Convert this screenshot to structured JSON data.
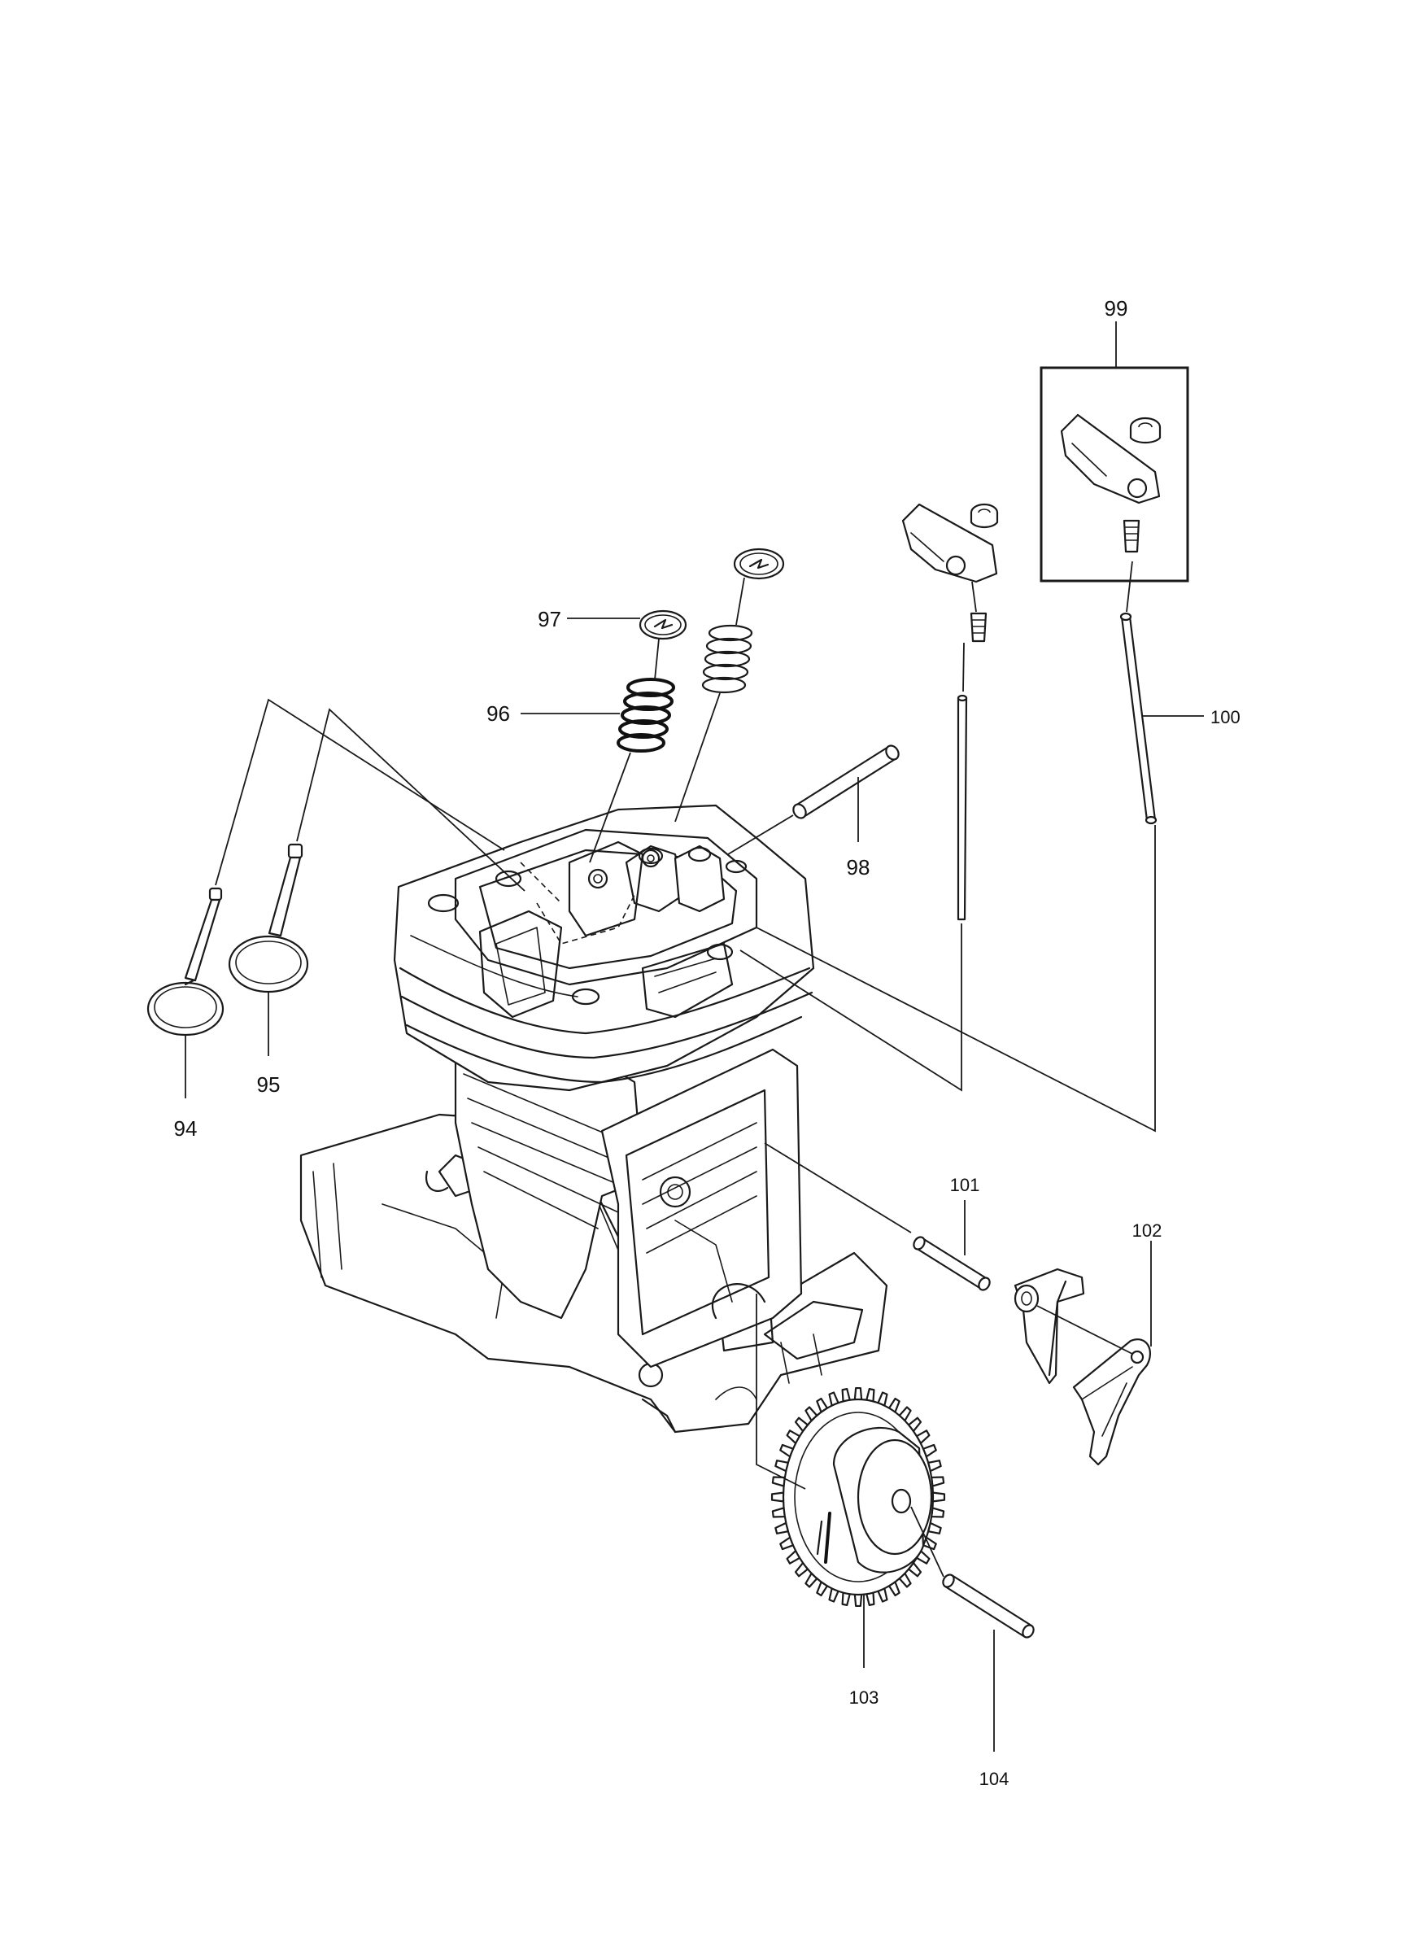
{
  "labels": {
    "p94": "94",
    "p95": "95",
    "p96": "96",
    "p97": "97",
    "p98": "98",
    "p99": "99",
    "p100": "100",
    "p101": "101",
    "p102": "102",
    "p103": "103",
    "p104": "104"
  }
}
